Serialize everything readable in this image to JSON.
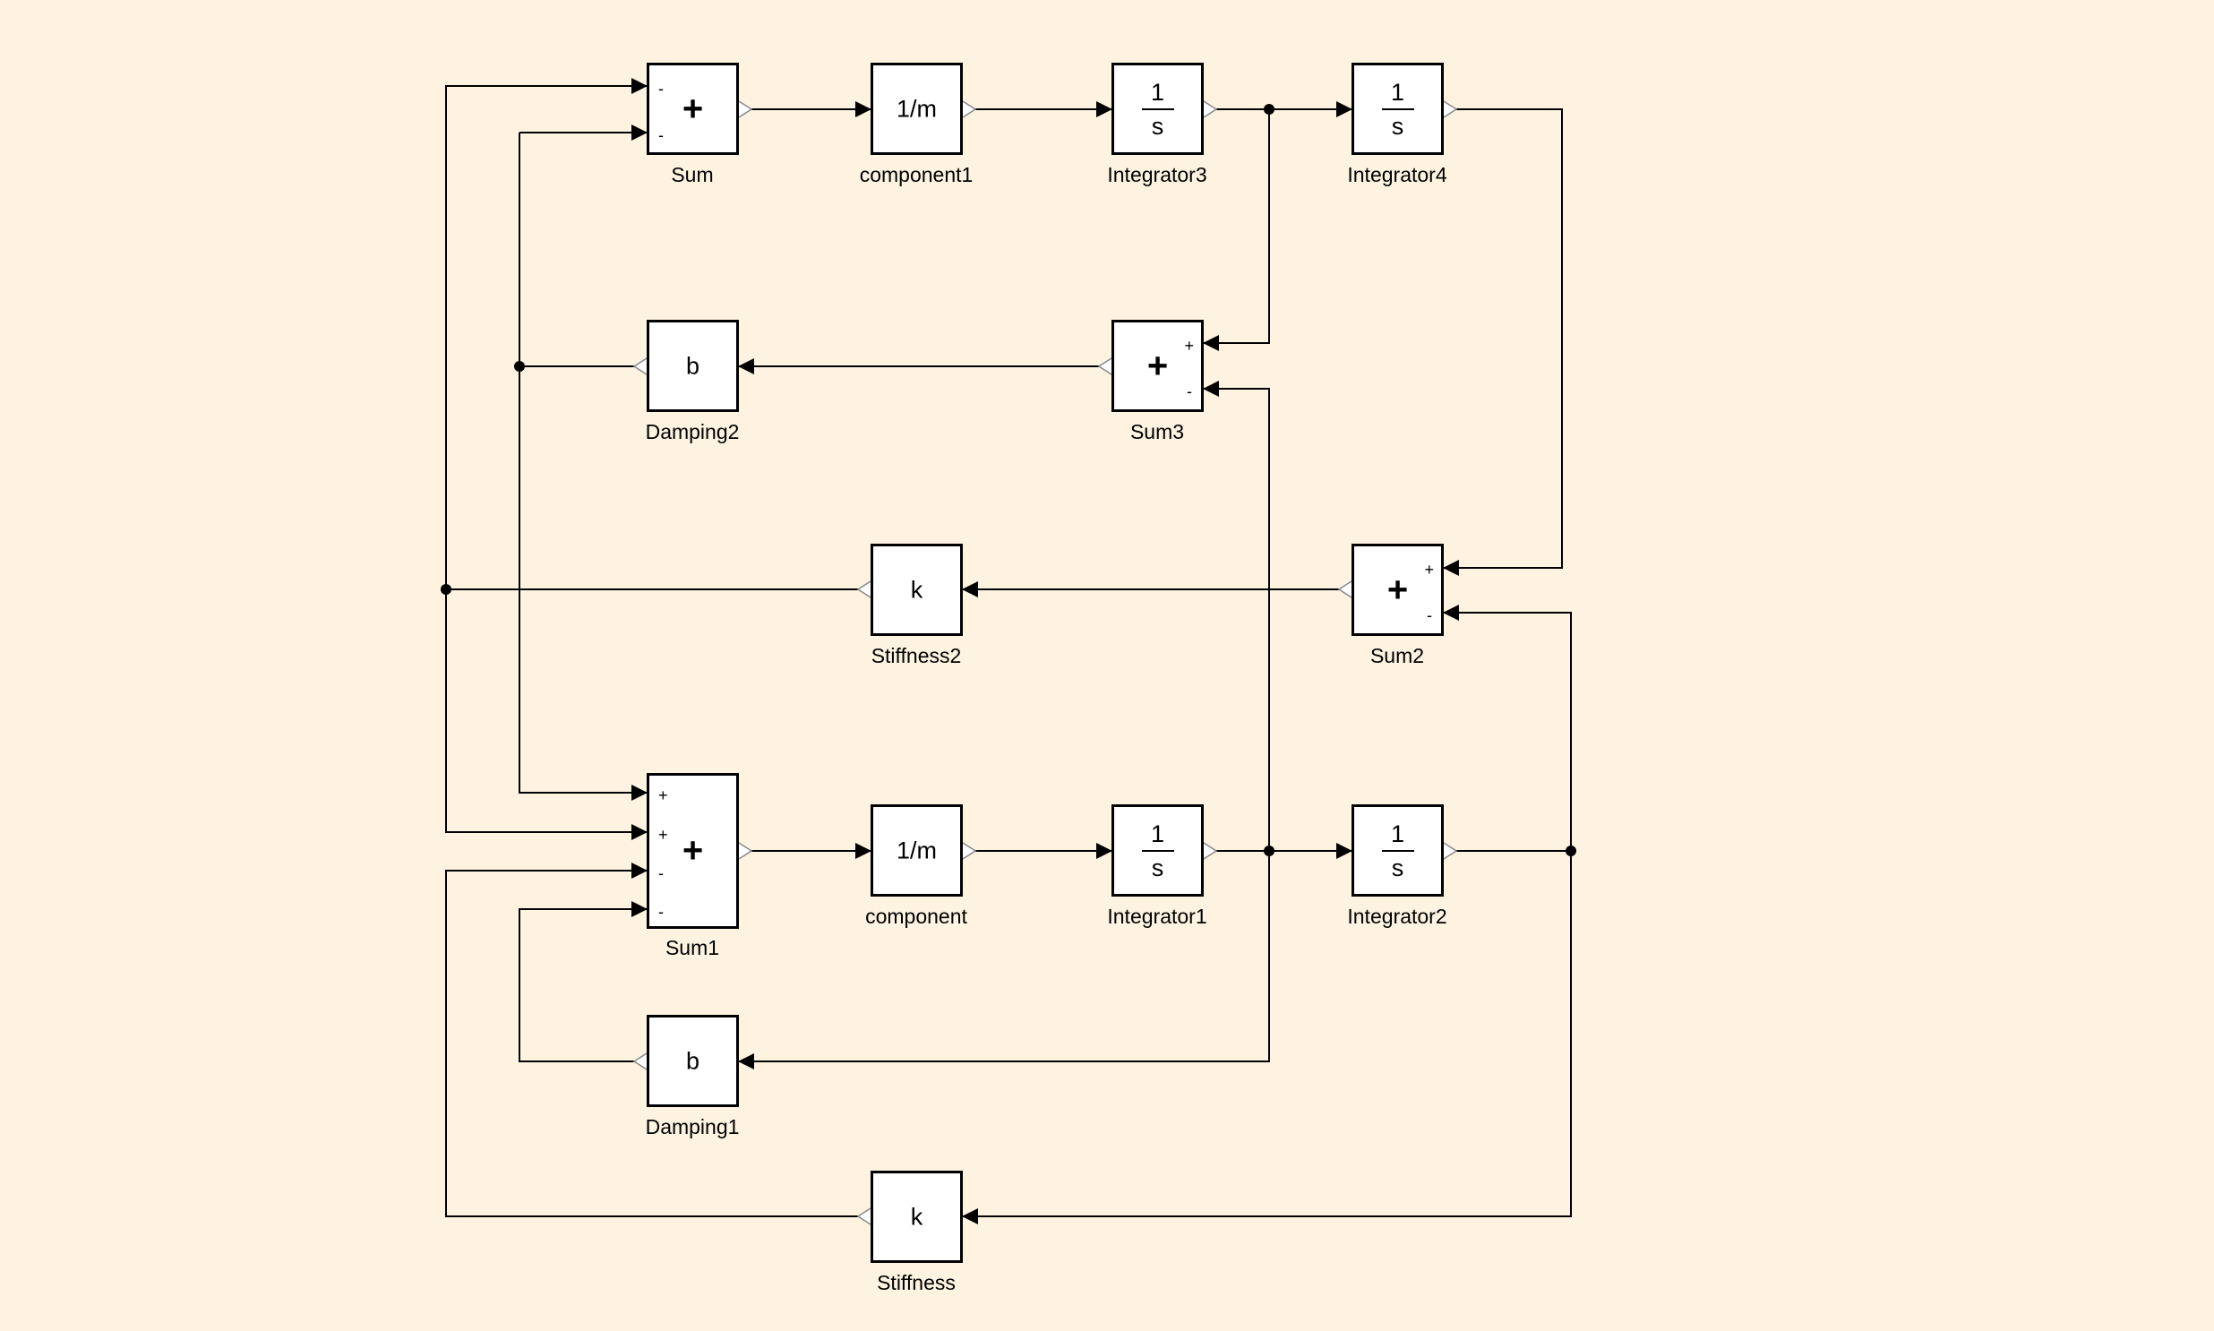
{
  "diagram": {
    "background_color": "#fdf3e0",
    "blocks": {
      "sum": {
        "name": "Sum",
        "glyph": "+",
        "signs": [
          "-",
          "-"
        ]
      },
      "component1": {
        "name": "component1",
        "glyph": "1/m"
      },
      "integrator3": {
        "name": "Integrator3",
        "num": "1",
        "den": "s"
      },
      "integrator4": {
        "name": "Integrator4",
        "num": "1",
        "den": "s"
      },
      "damping2": {
        "name": "Damping2",
        "glyph": "b"
      },
      "sum3": {
        "name": "Sum3",
        "glyph": "+",
        "signs": [
          "+",
          "-"
        ]
      },
      "stiffness2": {
        "name": "Stiffness2",
        "glyph": "k"
      },
      "sum2": {
        "name": "Sum2",
        "glyph": "+",
        "signs": [
          "+",
          "-"
        ]
      },
      "sum1": {
        "name": "Sum1",
        "glyph": "+",
        "signs": [
          "+",
          "+",
          "-",
          "-"
        ]
      },
      "component": {
        "name": "component",
        "glyph": "1/m"
      },
      "integrator1": {
        "name": "Integrator1",
        "num": "1",
        "den": "s"
      },
      "integrator2": {
        "name": "Integrator2",
        "num": "1",
        "den": "s"
      },
      "damping1": {
        "name": "Damping1",
        "glyph": "b"
      },
      "stiffness": {
        "name": "Stiffness",
        "glyph": "k"
      }
    }
  }
}
